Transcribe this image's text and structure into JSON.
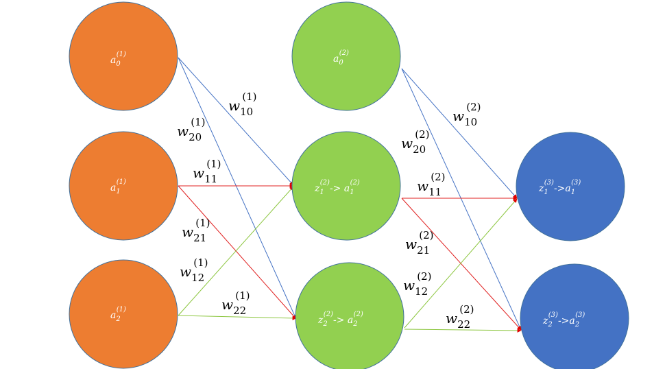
{
  "colors": {
    "layer1_node": "#ed7d31",
    "layer2_node": "#92d050",
    "layer3_node": "#4472c4",
    "node_stroke": "#41719c",
    "edge_blue": "#4472c4",
    "edge_red": "#e02020",
    "edge_green": "#8cc63f",
    "arrowhead": "#e00000"
  },
  "nodes": {
    "a0_1": {
      "base": "a",
      "sub": "0",
      "sup": "(1)"
    },
    "a1_1": {
      "base": "a",
      "sub": "1",
      "sup": "(1)"
    },
    "a2_1": {
      "base": "a",
      "sub": "2",
      "sup": "(1)"
    },
    "a0_2": {
      "base": "a",
      "sub": "0",
      "sup": "(2)"
    },
    "z1_2": {
      "base": "z",
      "sub": "1",
      "sup": "(2)",
      "arrow": "-> ",
      "base2": "a",
      "sub2": "1",
      "sup2": "(2)"
    },
    "z2_2": {
      "base": "z",
      "sub": "2",
      "sup": "(2)",
      "arrow": "-> ",
      "base2": "a",
      "sub2": "2",
      "sup2": "(2)"
    },
    "z1_3": {
      "base": "z",
      "sub": "1",
      "sup": "(3)",
      "arrow": "->",
      "base2": "a",
      "sub2": "1",
      "sup2": "(3)"
    },
    "z2_3": {
      "base": "z",
      "sub": "2",
      "sup": "(3)",
      "arrow": "->",
      "base2": "a",
      "sub2": "2",
      "sup2": "(3)"
    }
  },
  "weights": {
    "w10_1": {
      "base": "w",
      "sub": "10",
      "sup": "(1)"
    },
    "w20_1": {
      "base": "w",
      "sub": "20",
      "sup": "(1)"
    },
    "w11_1": {
      "base": "w",
      "sub": "11",
      "sup": "(1)"
    },
    "w21_1": {
      "base": "w",
      "sub": "21",
      "sup": "(1)"
    },
    "w12_1": {
      "base": "w",
      "sub": "12",
      "sup": "(1)"
    },
    "w22_1": {
      "base": "w",
      "sub": "22",
      "sup": "(1)"
    },
    "w10_2": {
      "base": "w",
      "sub": "10",
      "sup": "(2)"
    },
    "w20_2": {
      "base": "w",
      "sub": "20",
      "sup": "(2)"
    },
    "w11_2": {
      "base": "w",
      "sub": "11",
      "sup": "(2)"
    },
    "w21_2": {
      "base": "w",
      "sub": "21",
      "sup": "(2)"
    },
    "w12_2": {
      "base": "w",
      "sub": "12",
      "sup": "(2)"
    },
    "w22_2": {
      "base": "w",
      "sub": "22",
      "sup": "(2)"
    }
  }
}
